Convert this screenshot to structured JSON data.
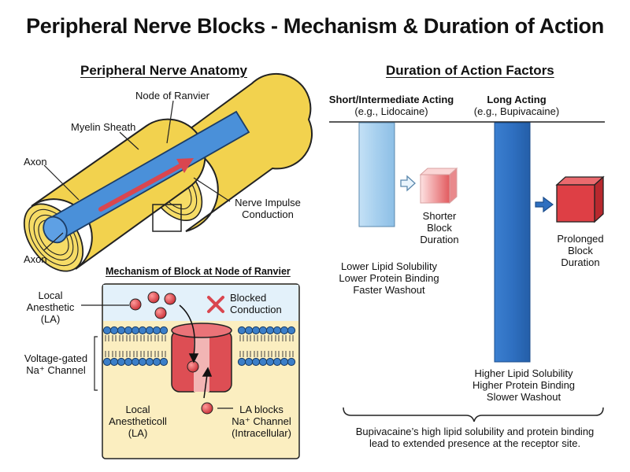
{
  "title": "Peripheral Nerve Blocks - Mechanism & Duration of Action",
  "anatomy": {
    "title": "Peripheral Nerve Anatomy",
    "node_label": "Node of Ranvier",
    "myelin_label": "Myelin Sheath",
    "axon_top_label": "Axon",
    "axon_bottom_label": "Axon",
    "impulse_label_1": "Nerve Impulse",
    "impulse_label_2": "Conduction"
  },
  "mechanism": {
    "title": "Mechanism of Block at Node of Ranvier",
    "la_label_1": "Local",
    "la_label_2": "Anesthetic",
    "la_label_3": "(LA)",
    "blocked_1": "Blocked",
    "blocked_2": "Conduction",
    "channel_label_1": "Voltage-gated",
    "channel_label_2": "Na⁺ Channel",
    "la_inner_1": "Local",
    "la_inner_2": "Anestheticoll",
    "la_inner_3": "(LA)",
    "la_blocks_1": "LA blocks",
    "la_blocks_2": "Na⁺ Channel",
    "la_blocks_3": "(Intracellular)"
  },
  "duration": {
    "title": "Duration of Action Factors",
    "short_heading": "Short/Intermediate Acting",
    "short_example": "(e.g., Lidocaine)",
    "long_heading": "Long Acting",
    "long_example": "(e.g., Bupivacaine)",
    "short_result_1": "Shorter",
    "short_result_2": "Block",
    "short_result_3": "Duration",
    "long_result_1": "Prolonged",
    "long_result_2": "Block",
    "long_result_3": "Duration",
    "short_props_1": "Lower Lipid Solubility",
    "short_props_2": "Lower Protein Binding",
    "short_props_3": "Faster Washout",
    "long_props_1": "Higher Lipid Solubility",
    "long_props_2": "Higher Protein Binding",
    "long_props_3": "Slower Washout",
    "conclusion_1": "Bupivacaine’s high lipid solubility and protein binding",
    "conclusion_2": "lead to extended presence at the receptor site."
  },
  "colors": {
    "myelin": "#f2d24e",
    "axon": "#4a90d9",
    "impulse_arrow": "#d9464f",
    "short_bar": "#a8d0ee",
    "long_bar": "#2e6fc0",
    "block_cube": "#de3f45",
    "cell_exterior": "#e3f1fa",
    "cell_interior": "#fbeec0"
  }
}
